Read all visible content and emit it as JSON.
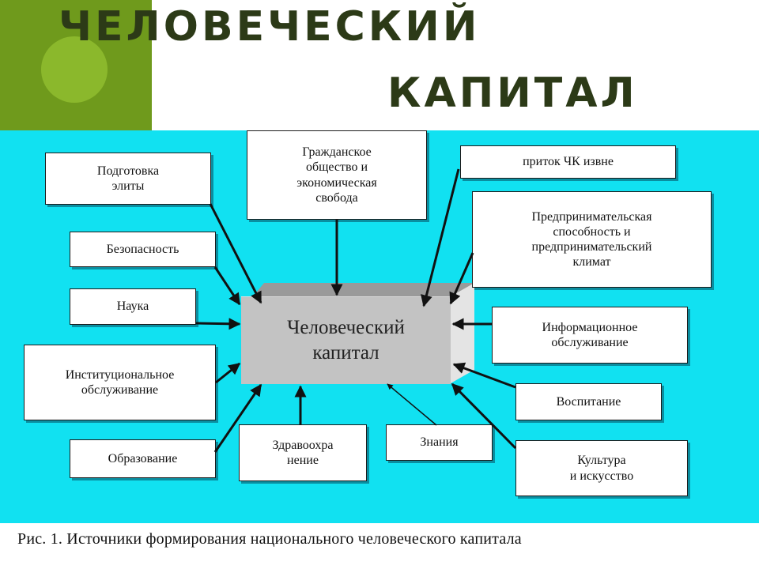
{
  "title": {
    "line1": "ЧЕЛОВЕЧЕСКИЙ",
    "line2": "КАПИТАЛ"
  },
  "center": {
    "label": "Человеческий\nкапитал"
  },
  "nodes": {
    "elite": "Подготовка\nэлиты",
    "security": "Безопасность",
    "science": "Наука",
    "institutional": "Институциональное\nобслуживание",
    "education": "Образование",
    "healthcare": "Здравоохра\nнение",
    "knowledge": "Знания",
    "culture": "Культура\nи искусство",
    "upbringing": "Воспитание",
    "information": "Информационное\nобслуживание",
    "entrepreneurship": "Предпринимательская\nспособность и\nпредпринимательский\nклимат",
    "inflow": "приток ЧК извне",
    "civil_society": "Гражданское\nобщество и\nэкономическая\nсвобода"
  },
  "caption": "Рис. 1. Источники формирования национального человеческого капитала",
  "colors": {
    "green_block": "#6f9a1c",
    "title_text": "#2c3a17",
    "diagram_background": "#11e1f1",
    "center_box": "#c3c3c3",
    "arrows": "#111111"
  }
}
